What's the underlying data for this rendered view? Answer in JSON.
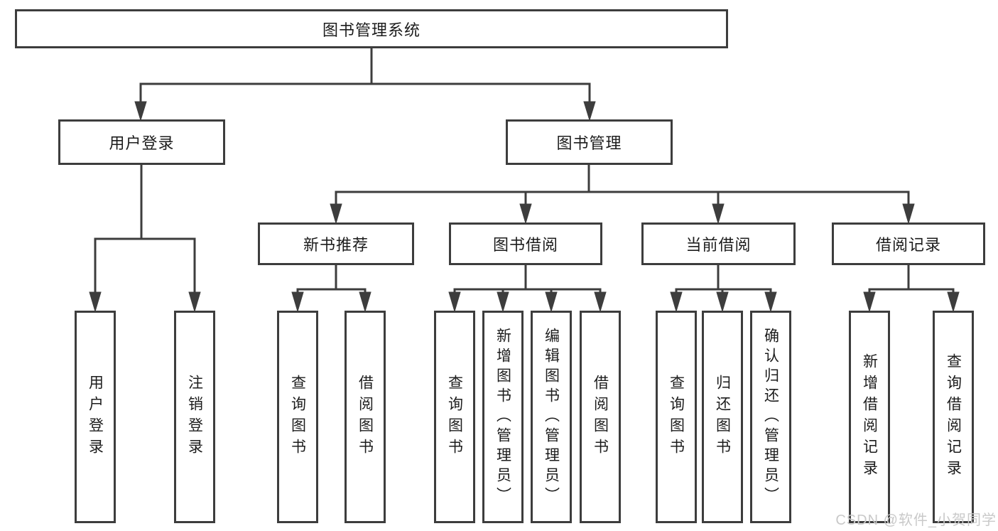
{
  "colors": {
    "line": "#3d3d3d",
    "box_border": "#3d3d3d",
    "text": "#1c1c1c",
    "watermark": "#c9c9c9",
    "background": "#ffffff"
  },
  "tree": {
    "label": "图书管理系统",
    "children": [
      {
        "label": "用户登录",
        "children": [
          {
            "label": "用户登录"
          },
          {
            "label": "注销登录"
          }
        ]
      },
      {
        "label": "图书管理",
        "children": [
          {
            "label": "新书推荐",
            "children": [
              {
                "label": "查询图书"
              },
              {
                "label": "借阅图书"
              }
            ]
          },
          {
            "label": "图书借阅",
            "children": [
              {
                "label": "查询图书"
              },
              {
                "label": "新增图书（管理员）"
              },
              {
                "label": "编辑图书（管理员）"
              },
              {
                "label": "借阅图书"
              }
            ]
          },
          {
            "label": "当前借阅",
            "children": [
              {
                "label": "查询图书"
              },
              {
                "label": "归还图书"
              },
              {
                "label": "确认归还（管理员）"
              }
            ]
          },
          {
            "label": "借阅记录",
            "children": [
              {
                "label": "新增借阅记录"
              },
              {
                "label": "查询借阅记录"
              }
            ]
          }
        ]
      }
    ]
  },
  "watermark": {
    "text": "CSDN @软件_小贺同学"
  }
}
